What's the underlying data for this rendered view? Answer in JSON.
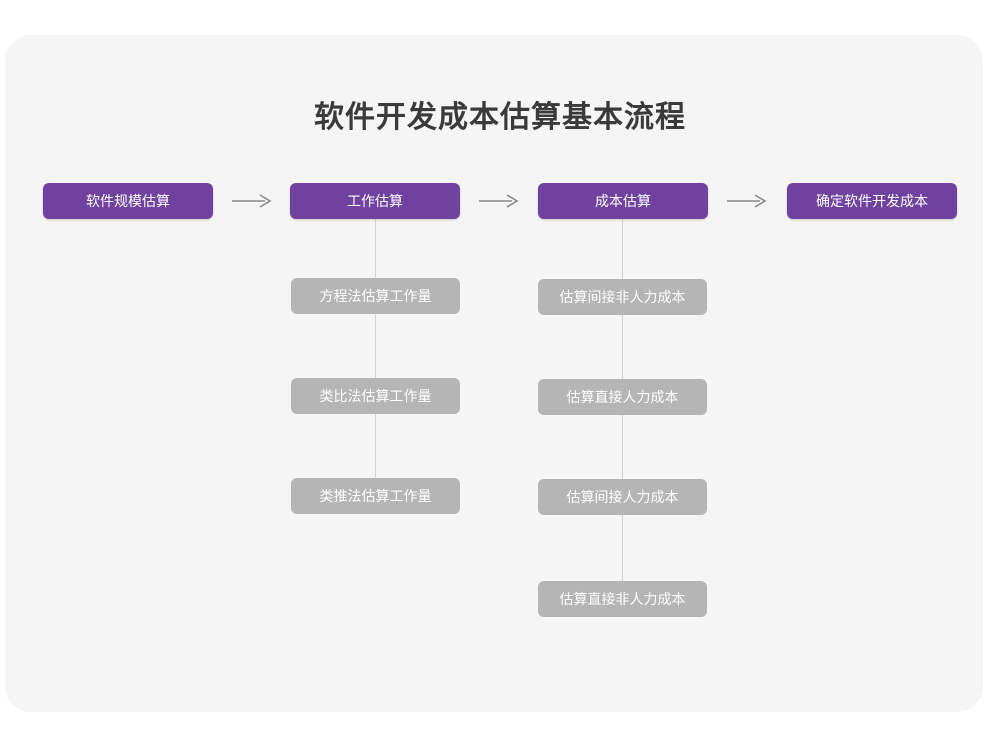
{
  "page": {
    "title": "软件开发成本估算基本流程",
    "card_background": "#f5f5f5",
    "page_background": "#ffffff"
  },
  "theme": {
    "primary_color": "#70419f",
    "sub_color": "#b5b5b5",
    "line_color": "#d2d2d2",
    "title_color": "#3a3a3a",
    "node_text_color": "#ffffff"
  },
  "chart_data": {
    "type": "diagram",
    "title": "软件开发成本估算基本流程",
    "orientation": "left-to-right",
    "stages": [
      {
        "id": "stage-1",
        "label": "软件规模估算",
        "children": []
      },
      {
        "id": "stage-2",
        "label": "工作估算",
        "children": [
          "方程法估算工作量",
          "类比法估算工作量",
          "类推法估算工作量"
        ]
      },
      {
        "id": "stage-3",
        "label": "成本估算",
        "children": [
          "估算间接非人力成本",
          "估算直接人力成本",
          "估算间接人力成本",
          "估算直接非人力成本"
        ]
      },
      {
        "id": "stage-4",
        "label": "确定软件开发成本",
        "children": []
      }
    ],
    "connectors": [
      {
        "from": "软件规模估算",
        "to": "工作估算",
        "style": "arrow"
      },
      {
        "from": "工作估算",
        "to": "成本估算",
        "style": "arrow"
      },
      {
        "from": "成本估算",
        "to": "确定软件开发成本",
        "style": "arrow"
      }
    ],
    "icons": {
      "arrow": "right-arrow-icon"
    }
  }
}
